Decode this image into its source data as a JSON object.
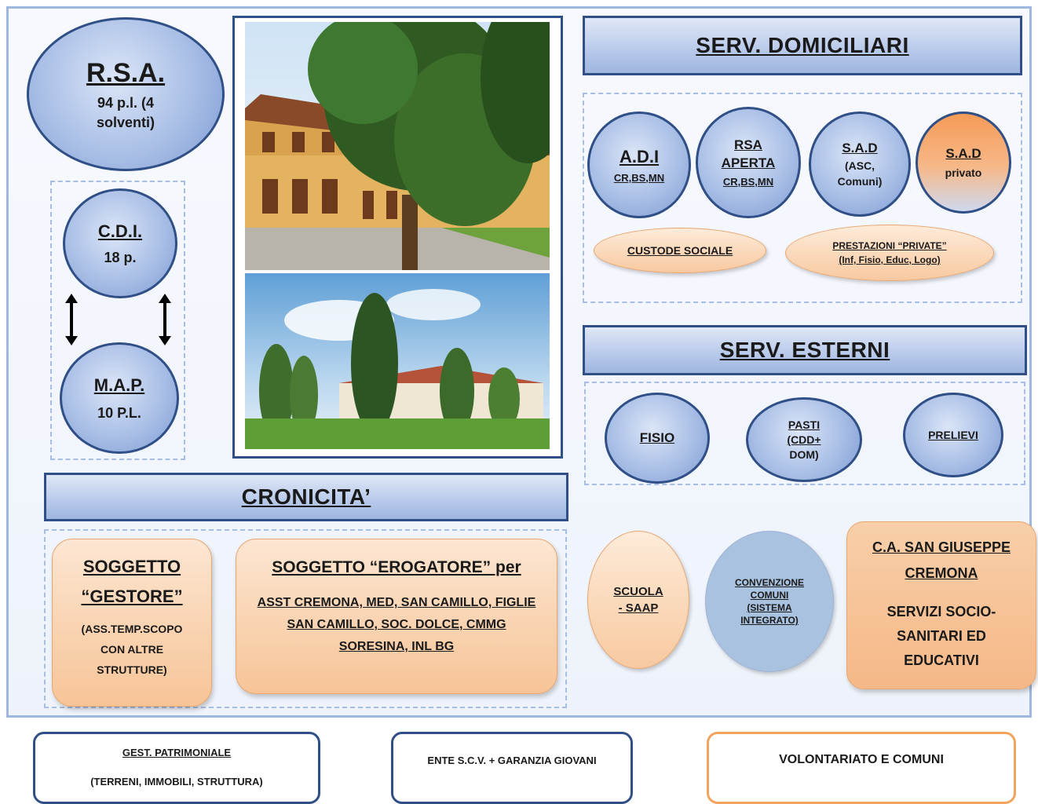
{
  "rsa": {
    "title": "R.S.A.",
    "line1": "94 p.l. (4",
    "line2": "solventi)"
  },
  "cdi": {
    "title": "C.D.I.",
    "sub": "18  p."
  },
  "map": {
    "title": "M.A.P.",
    "sub": "10 P.L."
  },
  "serv_domiciliari": {
    "title": "SERV. DOMICILIARI",
    "adi": {
      "title": "A.D.I",
      "sub": "CR,BS,MN"
    },
    "rsa_aperta": {
      "line1": "RSA",
      "line2": "APERTA",
      "sub": "CR,BS,MN"
    },
    "sad": {
      "title": "S.A.D",
      "line1": "(ASC,",
      "line2": "Comuni)"
    },
    "sad_privato": {
      "title": "S.A.D",
      "sub": "privato"
    },
    "custode": "CUSTODE SOCIALE",
    "prestazioni": {
      "line1": "PRESTAZIONI “PRIVATE”",
      "line2": "(Inf, Fisio, Educ, Logo)"
    }
  },
  "serv_esterni": {
    "title": "SERV. ESTERNI",
    "fisio": "FISIO",
    "pasti": {
      "line1": "PASTI",
      "line2": "(CDD+",
      "line3": "DOM)"
    },
    "prelievi": "PRELIEVI"
  },
  "cronicita": {
    "title": "CRONICITA’",
    "gestore": {
      "line1": "SOGGETTO",
      "line2": "“GESTORE”",
      "line3": "(ASS.TEMP.SCOPO",
      "line4": "CON ALTRE",
      "line5": "STRUTTURE)"
    },
    "erogatore": {
      "title": "SOGGETTO “EROGATORE” per",
      "line1": "ASST CREMONA, MED, SAN CAMILLO, FIGLIE",
      "line2": "SAN CAMILLO, SOC. DOLCE, CMMG",
      "line3": "SORESINA, INL BG"
    }
  },
  "scuola": {
    "line1": "SCUOLA",
    "line2": "- SAAP"
  },
  "convenzione": {
    "line1": "CONVENZIONE",
    "line2": "COMUNI",
    "line3": "(SISTEMA",
    "line4": "INTEGRATO)"
  },
  "ca_san_giuseppe": {
    "line1": "C.A. SAN GIUSEPPE",
    "line2": "CREMONA",
    "line3": "SERVIZI SOCIO-",
    "line4": "SANITARI ED",
    "line5": "EDUCATIVI"
  },
  "bottom": {
    "gest_title": "GEST. PATRIMONIALE",
    "gest_sub": "(TERRENI, IMMOBILI, STRUTTURA)",
    "ente": "ENTE S.C.V. + GARANZIA GIOVANI",
    "volontariato": "VOLONTARIATO E COMUNI"
  },
  "colors": {
    "navy": "#2f4f86",
    "light_blue": "#a9bfe6",
    "peach": "#f7c497",
    "orange": "#f59b57",
    "bottom_orange_border": "#f2a35c"
  }
}
